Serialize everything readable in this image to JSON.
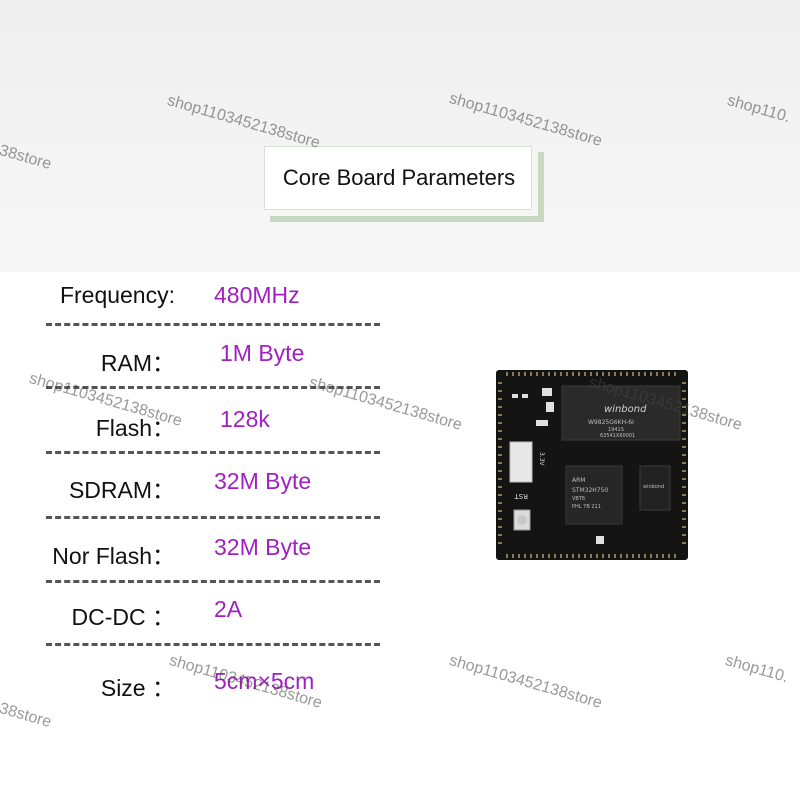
{
  "header": {
    "title": "Core Board Parameters"
  },
  "specs": [
    {
      "label": "Frequency:",
      "value": "480MHz"
    },
    {
      "label": "RAM：",
      "value": "1M Byte"
    },
    {
      "label": "Flash：",
      "value": "128k"
    },
    {
      "label": "SDRAM：",
      "value": "32M Byte"
    },
    {
      "label": "Nor Flash：",
      "value": "32M Byte"
    },
    {
      "label": "DC-DC ：",
      "value": "2A"
    },
    {
      "label": "Size ：",
      "value": "5cm×5cm"
    }
  ],
  "watermark": {
    "text": "shop1103452138store",
    "text_tail": "shop110.",
    "text_head": "38store"
  },
  "board": {
    "chip_brand": "winbond",
    "sdram_code": "W9825G6KH-6I",
    "sdram_line2": "1941S",
    "sdram_line3": "63541X60001",
    "mcu_brand": "ARM",
    "mcu_code": "STM32H750",
    "mcu_line2": "VBT6",
    "mcu_line3": "PHL 7B 211",
    "flash_brand": "winbond",
    "rst_label": "RST",
    "v_label": "3.3V"
  },
  "colors": {
    "value_purple": "#a020c0",
    "board_black": "#141414"
  }
}
